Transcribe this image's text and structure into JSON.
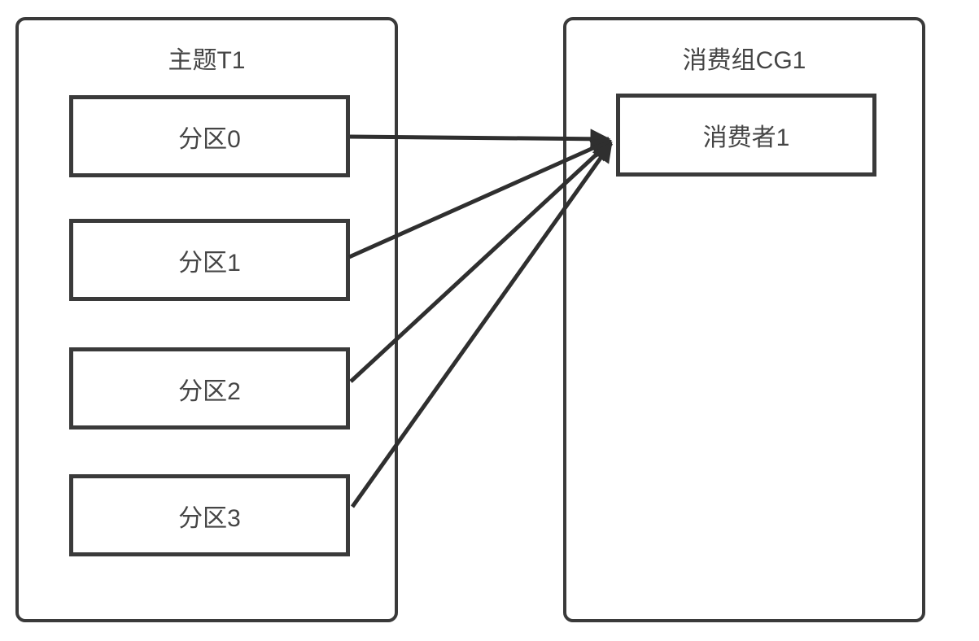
{
  "topic": {
    "title": "主题T1",
    "partitions": [
      {
        "label": "分区0"
      },
      {
        "label": "分区1"
      },
      {
        "label": "分区2"
      },
      {
        "label": "分区3"
      }
    ]
  },
  "consumer_group": {
    "title": "消费组CG1",
    "consumers": [
      {
        "label": "消费者1"
      }
    ]
  },
  "edges": [
    {
      "from": "分区0",
      "to": "消费者1"
    },
    {
      "from": "分区1",
      "to": "消费者1"
    },
    {
      "from": "分区2",
      "to": "消费者1"
    },
    {
      "from": "分区3",
      "to": "消费者1"
    }
  ],
  "colors": {
    "border": "#3a3a3a",
    "line": "#2f2f2f",
    "text": "#454545",
    "background": "#ffffff"
  }
}
